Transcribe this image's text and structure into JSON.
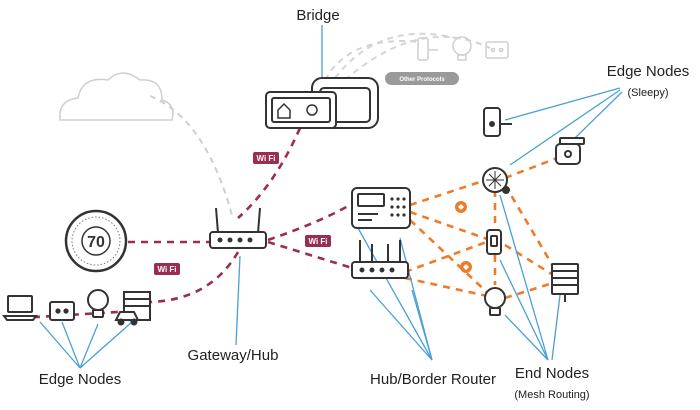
{
  "labels": {
    "bridge": "Bridge",
    "edge_nodes_sleepy_title": "Edge Nodes",
    "edge_nodes_sleepy_sub": "(Sleepy)",
    "edge_nodes_left": "Edge Nodes",
    "gateway_hub": "Gateway/Hub",
    "hub_border_router": "Hub/Border Router",
    "end_nodes_title": "End Nodes",
    "end_nodes_sub": "(Mesh Routing)",
    "other_protocols": "Other Protocols",
    "thermostat_value": "70"
  },
  "badges": {
    "wifi": "Wi Fi"
  },
  "colors": {
    "wifi_link": "#9b2d55",
    "mesh_link": "#ef7b2a",
    "callout": "#4a9fd6",
    "faded": "#cfcfcf",
    "device": "#333333"
  },
  "icons": [
    "cloud-icon",
    "bridge-device-icon",
    "lock-icon",
    "lightbulb-icon",
    "plug-icon",
    "thermostat-icon",
    "router-icon",
    "border-router-icon",
    "hub-panel-icon",
    "laptop-icon",
    "garage-door-icon",
    "car-icon",
    "alarm-sensor-icon",
    "smoke-detector-icon",
    "window-blind-icon",
    "battery-icon"
  ]
}
